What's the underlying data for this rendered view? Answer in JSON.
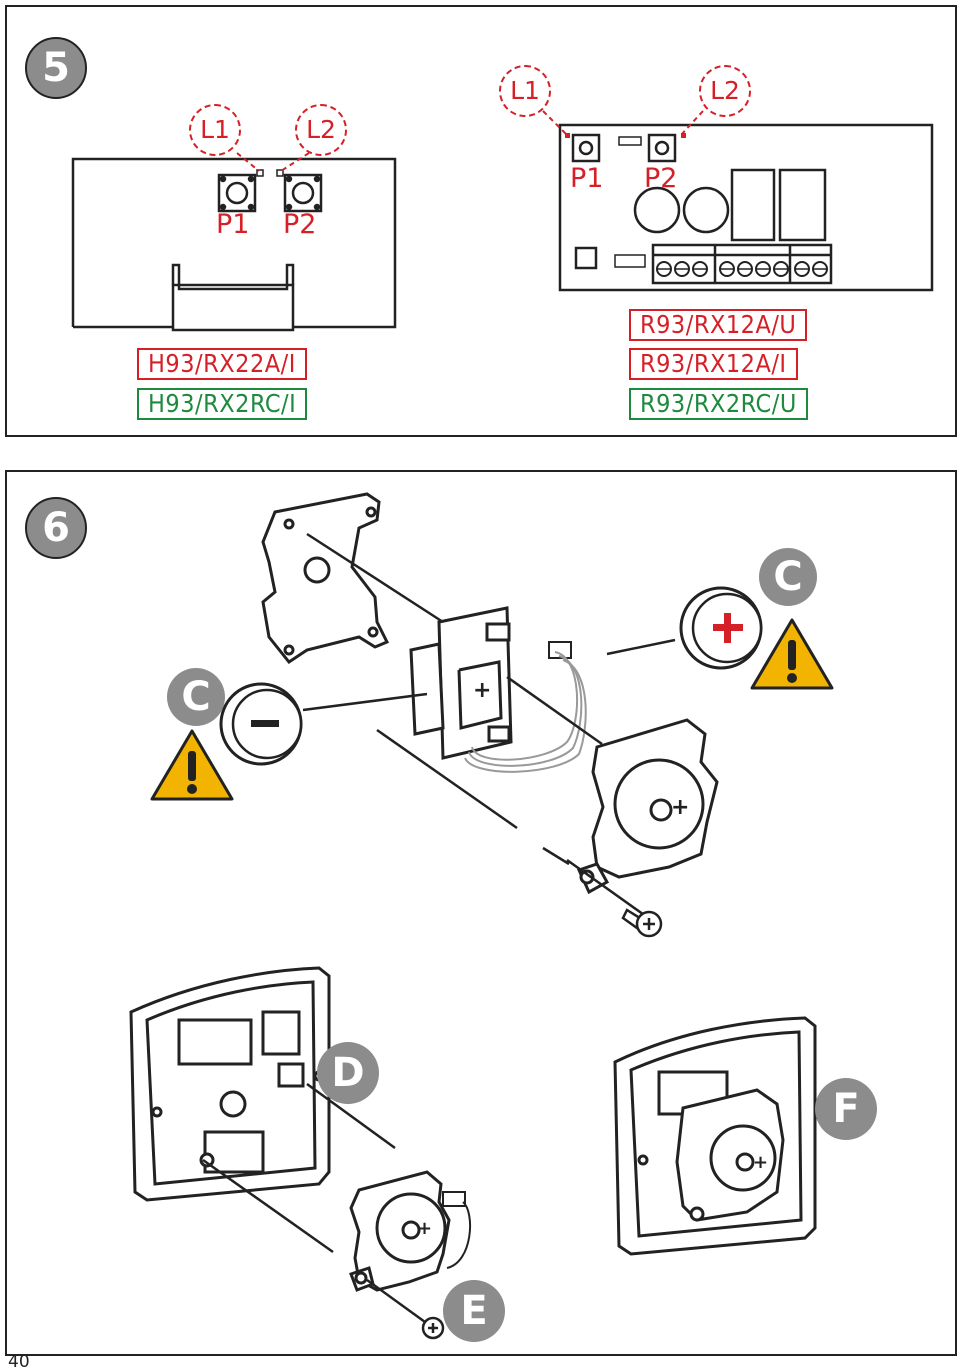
{
  "step5": {
    "number": "5",
    "left_board": {
      "led1": "L1",
      "led2": "L2",
      "button1": "P1",
      "button2": "P2",
      "models": [
        "H93/RX22A/I",
        "H93/RX2RC/I"
      ],
      "model_colors": [
        "#d62028",
        "#1e8a3e"
      ]
    },
    "right_board": {
      "led1": "L1",
      "led2": "L2",
      "button1": "P1",
      "button2": "P2",
      "models": [
        "R93/RX12A/U",
        "R93/RX12A/I",
        "R93/RX2RC/U"
      ],
      "model_colors": [
        "#d62028",
        "#d62028",
        "#1e8a3e"
      ]
    }
  },
  "step6": {
    "number": "6",
    "callouts": {
      "c_left": "C",
      "c_right": "C",
      "d": "D",
      "e": "E",
      "f": "F"
    },
    "battery_minus_symbol": "−",
    "battery_plus_symbol": "+",
    "warning_icon": "warning-triangle-icon",
    "warning_color": "#f2b400"
  },
  "page_number": "40"
}
